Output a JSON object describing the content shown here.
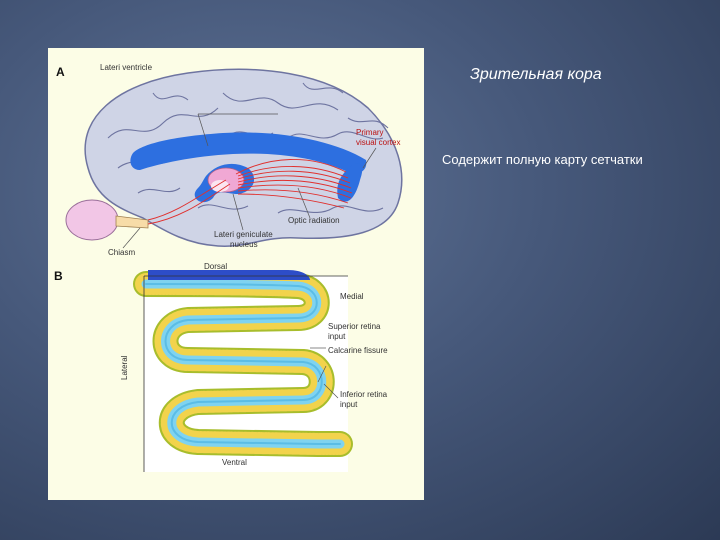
{
  "slide": {
    "title": "Зрительная кора",
    "subtitle": "Содержит полную карту сетчатки"
  },
  "figure": {
    "panel_a": {
      "letter": "A",
      "labels": {
        "lateral_ventricle": "Lateri ventricle",
        "primary_visual_cortex_1": "Primary",
        "primary_visual_cortex_2": "visual cortex",
        "optic_radiation": "Optic radiation",
        "lgn_1": "Lateri geniculate",
        "lgn_2": "nucleus",
        "chiasm": "Chiasm"
      }
    },
    "panel_b": {
      "letter": "B",
      "labels": {
        "dorsal": "Dorsal",
        "medial": "Medial",
        "lateral": "Lateral",
        "superior_1": "Superior retina",
        "superior_2": "input",
        "calcarine": "Calcarine fissure",
        "inferior_1": "Inferior retina",
        "inferior_2": "input",
        "ventral": "Ventral"
      }
    }
  },
  "colors": {
    "background": "#46587a",
    "panel": "#fcfde6",
    "brain": "#cfd4e6",
    "ventricle_blue": "#2d6fe0",
    "radiation_red": "#e0302e",
    "cortex_layer_yellow": "#f2d34c",
    "white_matter_cyan": "#7fd3f0",
    "label_red": "#b11"
  }
}
